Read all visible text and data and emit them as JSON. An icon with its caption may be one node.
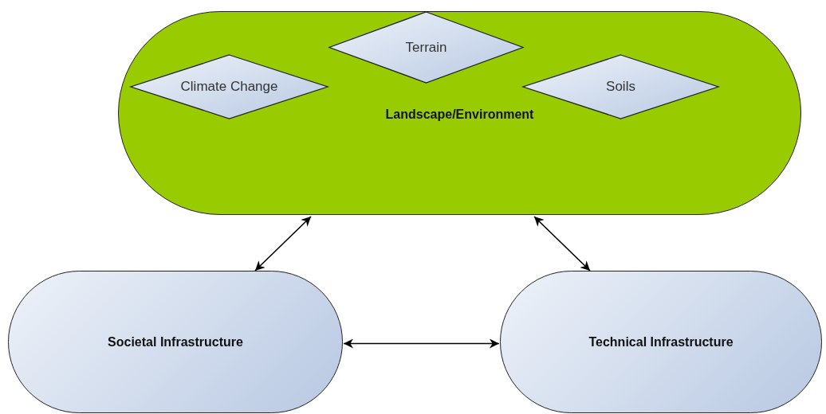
{
  "diagram": {
    "nodes": [
      {
        "text": [
          "Landscape/Environment"
        ]
      },
      {
        "text": [
          "Climate Change"
        ],
        "in": 0
      },
      {
        "text": [
          "Terrain"
        ],
        "in": 0
      },
      {
        "text": [
          "Soils"
        ],
        "in": 0
      },
      {
        "text": [
          "Societal Infrastructure"
        ]
      },
      {
        "text": [
          "Technical Infrastructure"
        ]
      }
    ],
    "edges": [
      {
        "from": 0,
        "to": 4,
        "arrow": "both"
      },
      {
        "from": 0,
        "to": 5,
        "arrow": "both"
      },
      {
        "from": 4,
        "to": 5,
        "arrow": "both"
      }
    ]
  }
}
